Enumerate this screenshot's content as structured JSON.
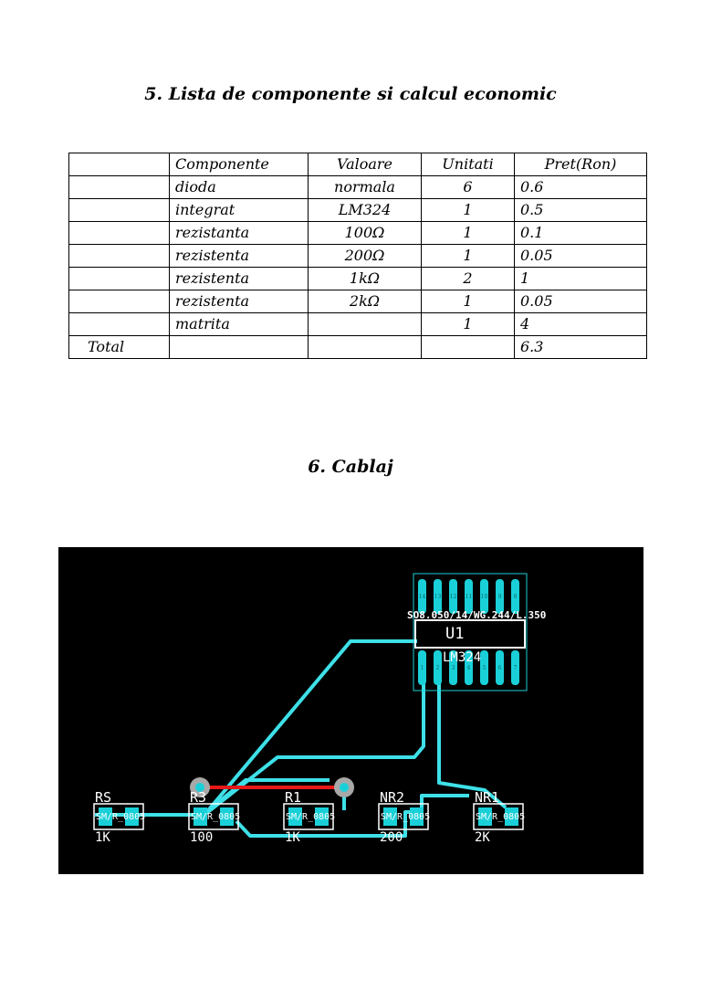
{
  "section5": {
    "title": "5. Lista de componente si calcul economic"
  },
  "table": {
    "headers": [
      "",
      "Componente",
      "Valoare",
      "Unitati",
      "Pret(Ron)"
    ],
    "rows": [
      [
        "",
        "dioda",
        "normala",
        "6",
        "0.6"
      ],
      [
        "",
        "integrat",
        "LM324",
        "1",
        "0.5"
      ],
      [
        "",
        "rezistanta",
        "100Ω",
        "1",
        "0.1"
      ],
      [
        "",
        "rezistenta",
        "200Ω",
        "1",
        "0.05"
      ],
      [
        "",
        "rezistenta",
        "1kΩ",
        "2",
        "1"
      ],
      [
        "",
        "rezistenta",
        "2kΩ",
        "1",
        "0.05"
      ],
      [
        "",
        "matrita",
        "",
        "1",
        "4"
      ],
      [
        "Total",
        "",
        "",
        "",
        "6.3"
      ]
    ]
  },
  "section6": {
    "title": "6. Cablaj"
  },
  "pcb": {
    "colors": {
      "board": "#000000",
      "trace": "#3ee0e8",
      "pad": "#1ad0d8",
      "jumper": "#e81818",
      "silk": "#ffffff",
      "via": "#a8a8a8"
    },
    "ic": {
      "designator": "U1",
      "value": "LM324",
      "footprint": "SO8.050/14/WG.244/L.350",
      "pins_top": [
        "14",
        "13",
        "12",
        "11",
        "10",
        "9",
        "8"
      ],
      "pins_bottom": [
        "1",
        "2",
        "3",
        "4",
        "5",
        "6",
        "7"
      ]
    },
    "resistors": [
      {
        "designator": "RS",
        "footprint": "SM/R_0805",
        "value": "1K"
      },
      {
        "designator": "R3",
        "footprint": "SM/R_0805",
        "value": "100"
      },
      {
        "designator": "R1",
        "footprint": "SM/R_0805",
        "value": "1K"
      },
      {
        "designator": "NR2",
        "footprint": "SM/R_0805",
        "value": "200"
      },
      {
        "designator": "NR1",
        "footprint": "SM/R_0805",
        "value": "2K"
      }
    ]
  }
}
